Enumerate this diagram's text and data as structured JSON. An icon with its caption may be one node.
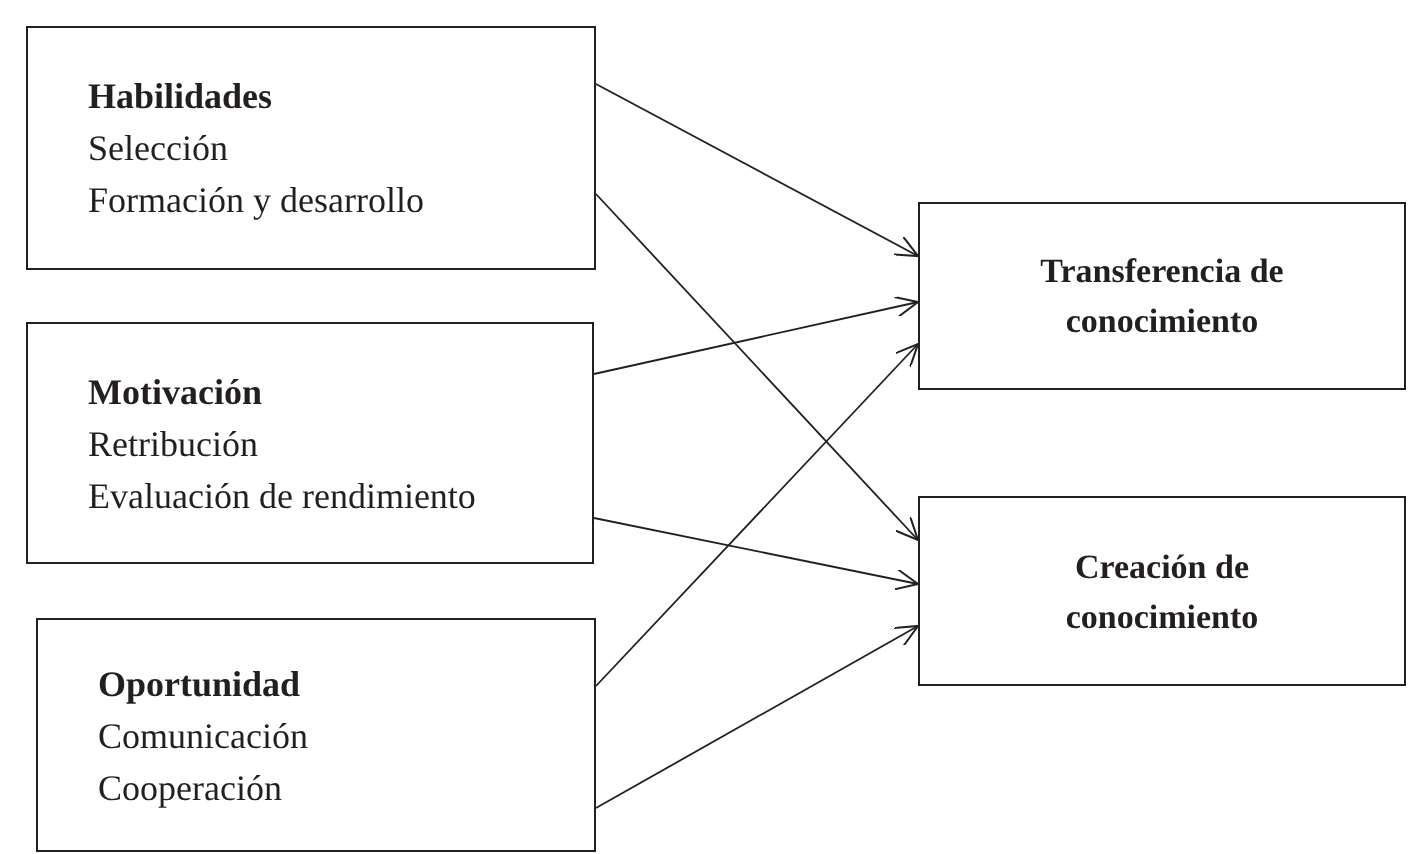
{
  "diagram": {
    "nodes": [
      {
        "text": [
          "Habilidades",
          "Selección",
          "Formación y desarrollo"
        ]
      },
      {
        "text": [
          "Motivación",
          "Retribución",
          "Evaluación de rendimiento"
        ]
      },
      {
        "text": [
          "Oportunidad",
          "Comunicación",
          "Cooperación"
        ]
      },
      {
        "text": [
          "Transferencia de conocimiento"
        ]
      },
      {
        "text": [
          "Creación de conocimiento"
        ]
      }
    ],
    "edges": [
      {
        "from": 0,
        "to": 3,
        "arrow": "to"
      },
      {
        "from": 0,
        "to": 4,
        "arrow": "to"
      },
      {
        "from": 1,
        "to": 3,
        "arrow": "to"
      },
      {
        "from": 1,
        "to": 4,
        "arrow": "to"
      },
      {
        "from": 2,
        "to": 3,
        "arrow": "to"
      },
      {
        "from": 2,
        "to": 4,
        "arrow": "to"
      }
    ]
  }
}
